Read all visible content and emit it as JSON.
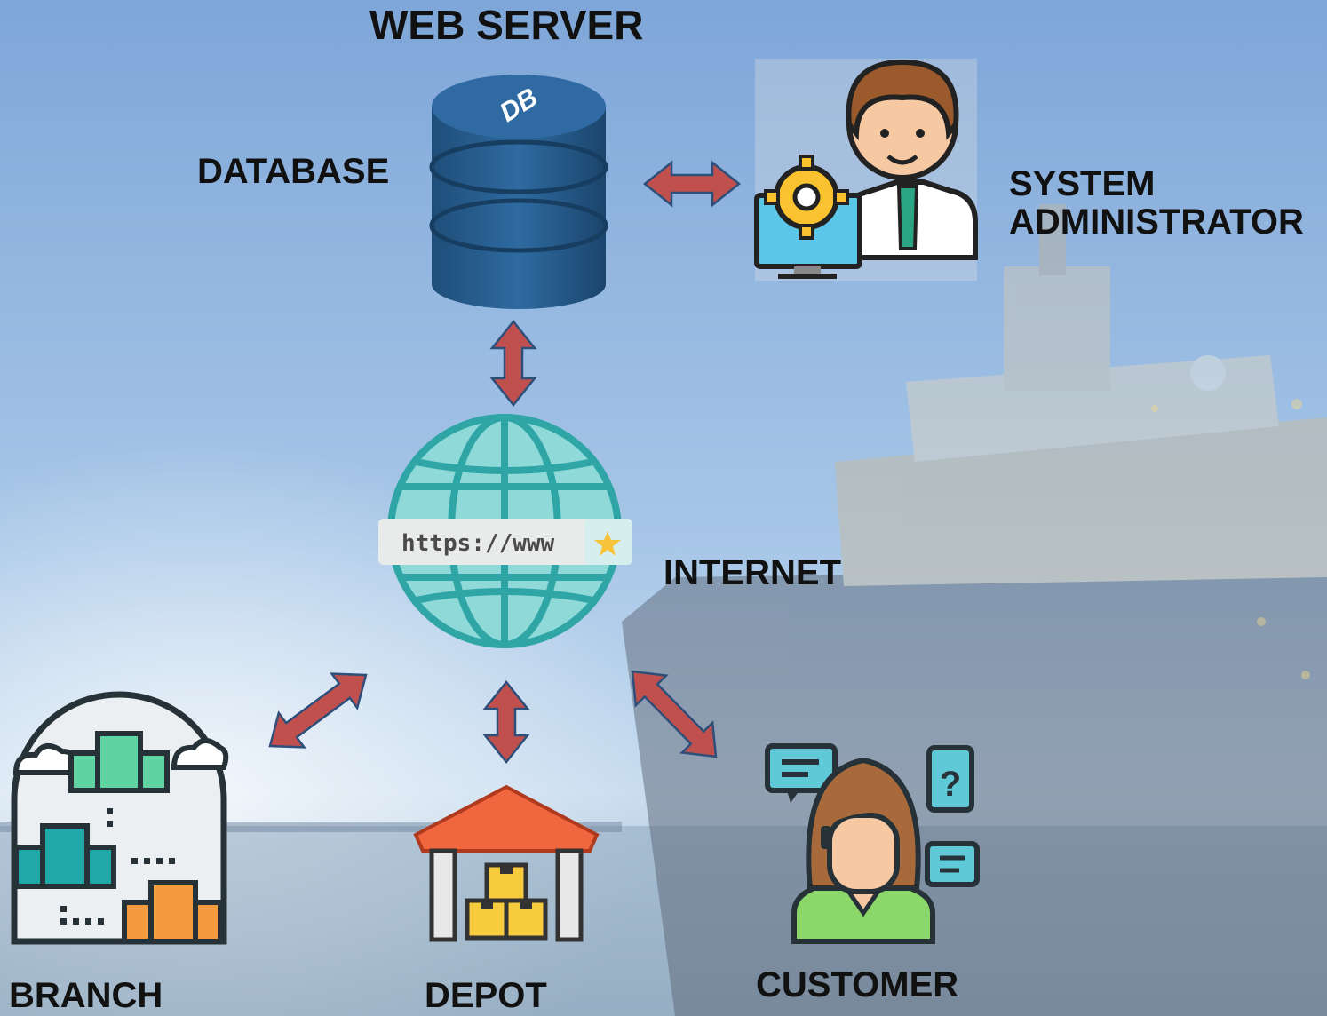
{
  "title": "WEB SERVER",
  "nodes": {
    "database": {
      "label": "DATABASE",
      "icon": "database-icon",
      "icon_text": "DB"
    },
    "admin": {
      "label_line1": "SYSTEM",
      "label_line2": "ADMINISTRATOR",
      "icon": "system-administrator-icon"
    },
    "internet": {
      "label": "INTERNET",
      "icon": "globe-icon",
      "url_text": "https://www"
    },
    "branch": {
      "label": "BRANCH",
      "icon": "branch-buildings-icon"
    },
    "depot": {
      "label": "DEPOT",
      "icon": "depot-warehouse-icon"
    },
    "customer": {
      "label": "CUSTOMER",
      "icon": "customer-support-icon",
      "bubble_text": "?"
    }
  },
  "colors": {
    "arrow_fill": "#c0504d",
    "arrow_stroke": "#2e4f7a",
    "label_text": "#111111"
  }
}
